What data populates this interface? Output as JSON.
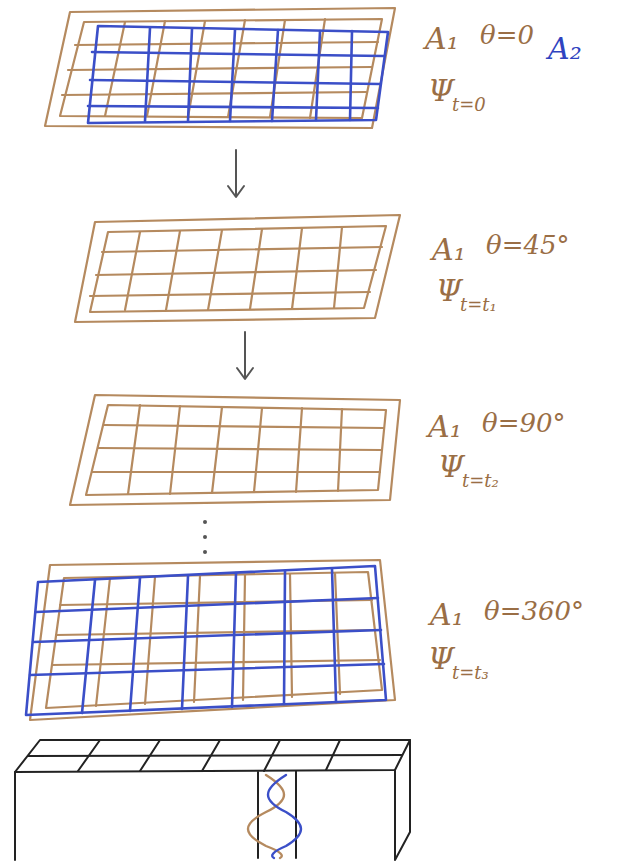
{
  "diagram": {
    "labels": [
      "A₁",
      "θ=0",
      "A₂",
      "Ψ",
      "t=0",
      "A₁",
      "θ=45°",
      "Ψ",
      "t=t₁",
      "A₁",
      "θ=90°",
      "Ψ",
      "t=t₂",
      "A₁",
      "θ=360°",
      "Ψ",
      "t=t₃"
    ]
  }
}
